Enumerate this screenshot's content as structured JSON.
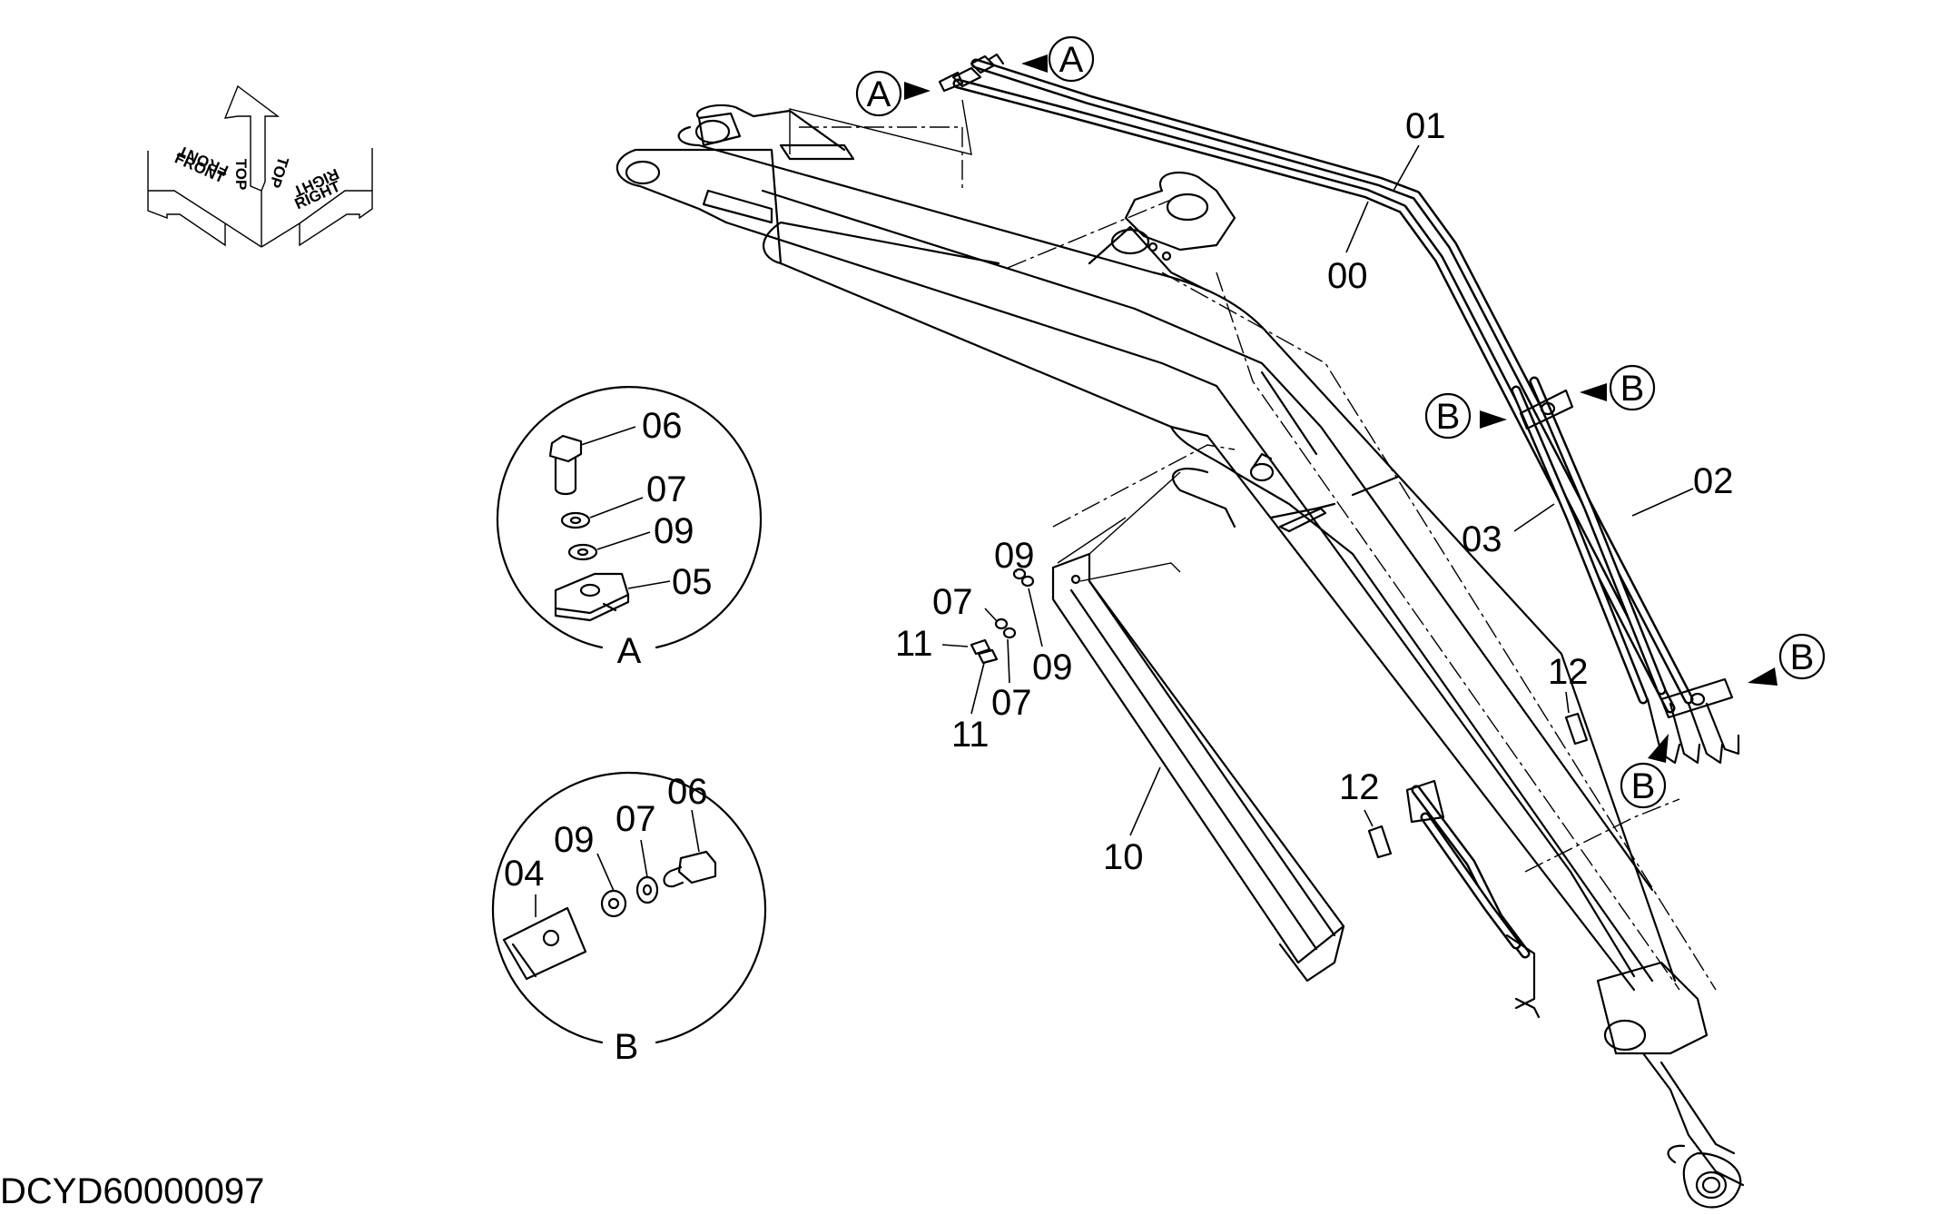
{
  "diagram": {
    "document_id": "DCYD60000097",
    "orientation": {
      "top": "TOP",
      "front": "FRONT",
      "right": "RIGHT"
    },
    "detail_a": {
      "title": "A",
      "parts": [
        {
          "ref": "06"
        },
        {
          "ref": "07"
        },
        {
          "ref": "09"
        },
        {
          "ref": "05"
        }
      ]
    },
    "detail_b": {
      "title": "B",
      "parts": [
        {
          "ref": "06"
        },
        {
          "ref": "07"
        },
        {
          "ref": "09"
        },
        {
          "ref": "04"
        }
      ]
    },
    "callouts": {
      "a": "A",
      "b": "B"
    },
    "part_labels": {
      "p00": "00",
      "p01": "01",
      "p02": "02",
      "p03": "03",
      "p07": "07",
      "p09": "09",
      "p10": "10",
      "p11": "11",
      "p12": "12"
    }
  }
}
